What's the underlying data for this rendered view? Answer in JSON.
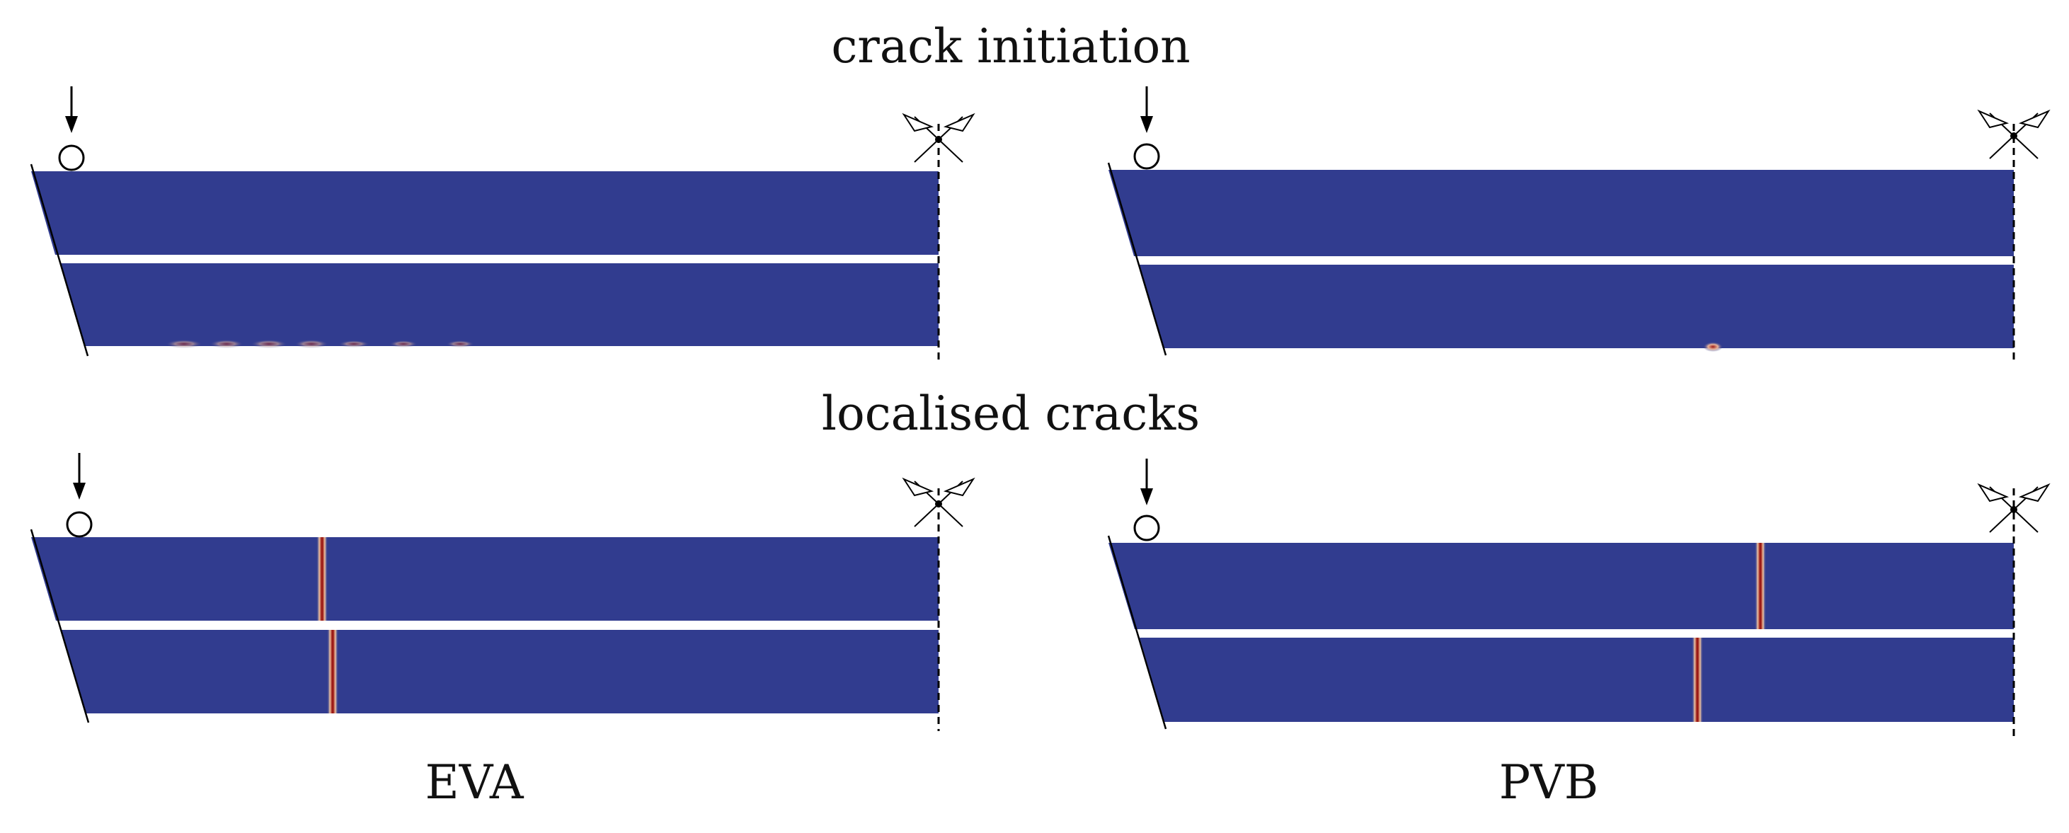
{
  "labels": {
    "top_heading": "crack initiation",
    "bottom_heading": "localised cracks",
    "left_column": "EVA",
    "right_column": "PVB"
  },
  "colors": {
    "glass_ply": "#313c8f",
    "crack_core": "#9c1a16",
    "crack_halo": "#f0c6a4",
    "interlayer": "#ffffff",
    "lines": "#000000"
  },
  "icons": {
    "load": "down-arrow-icon",
    "roller_support": "roller-support-icon",
    "symmetry": "symmetry-boundary-icon"
  },
  "panels": [
    {
      "name": "eva-crack-initiation",
      "material": "EVA",
      "stage": "crack initiation",
      "through_thickness_cracks": 0
    },
    {
      "name": "pvb-crack-initiation",
      "material": "PVB",
      "stage": "crack initiation",
      "through_thickness_cracks": 0
    },
    {
      "name": "eva-localised-cracks",
      "material": "EVA",
      "stage": "localised cracks",
      "through_thickness_cracks": 2
    },
    {
      "name": "pvb-localised-cracks",
      "material": "PVB",
      "stage": "localised cracks",
      "through_thickness_cracks": 2
    }
  ]
}
